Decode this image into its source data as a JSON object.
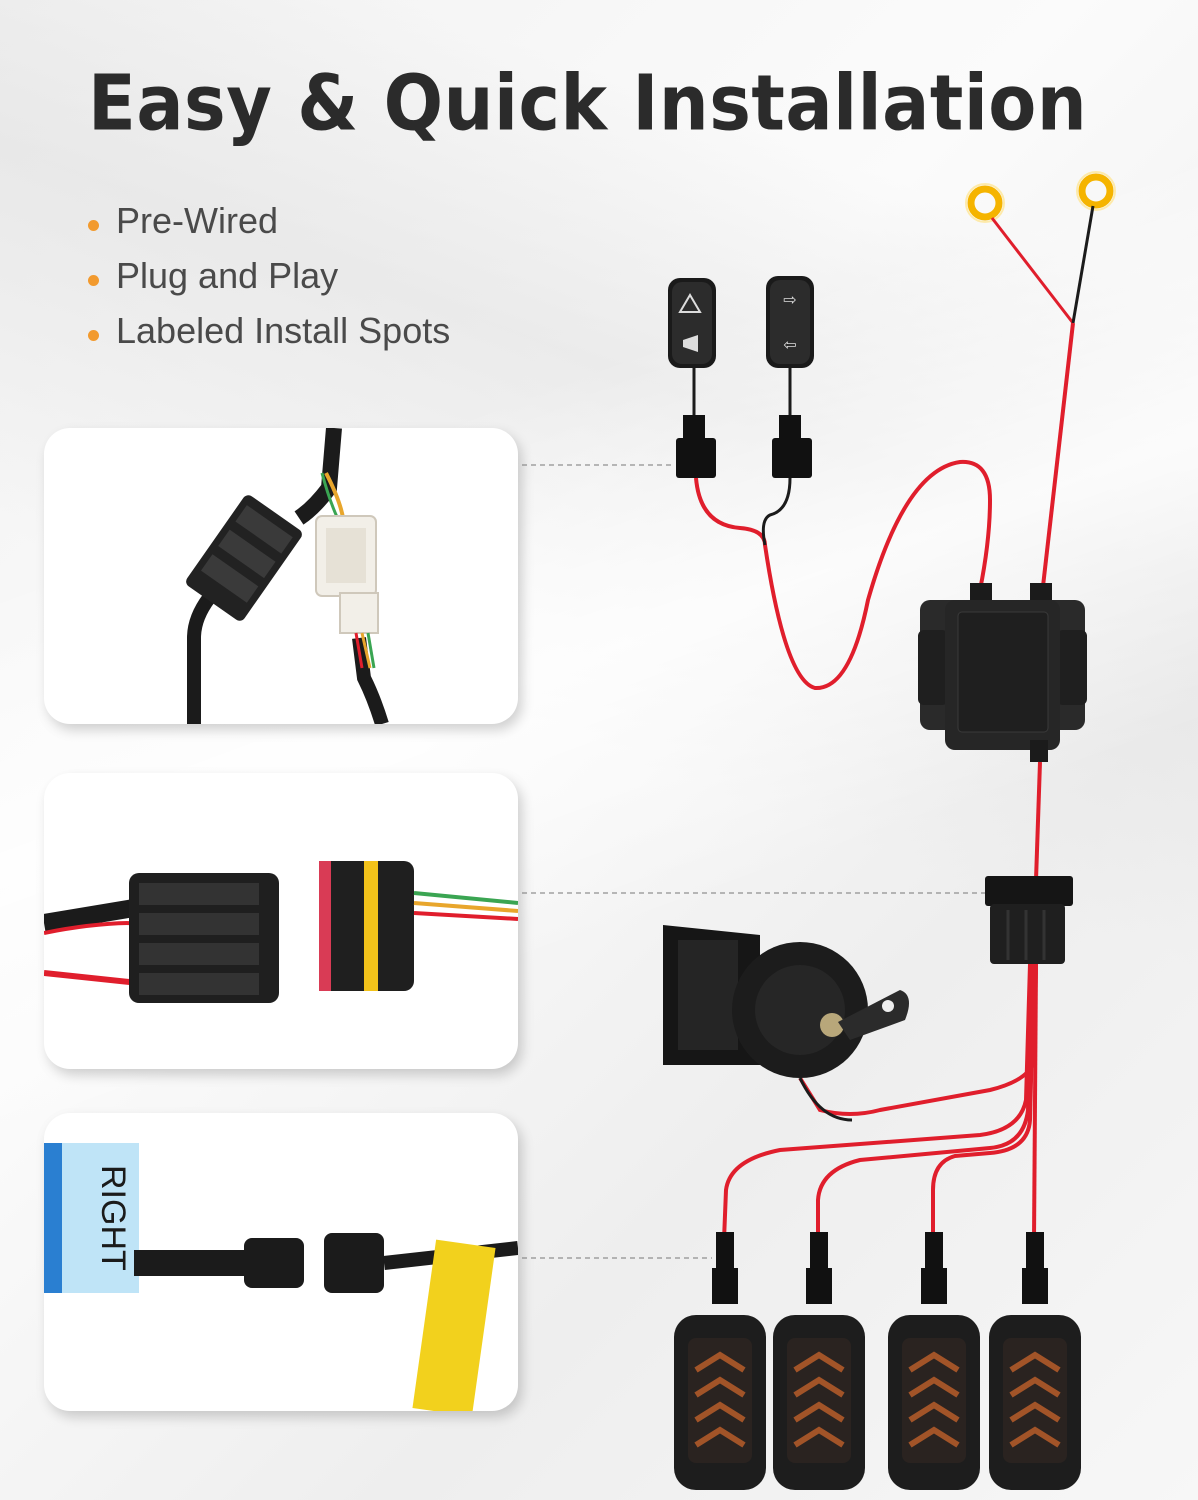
{
  "headline": "Easy & Quick Installation",
  "features": [
    {
      "label": "Pre-Wired"
    },
    {
      "label": "Plug and Play"
    },
    {
      "label": "Labeled Install Spots"
    }
  ],
  "panels": {
    "right_connector_tag": "RIGHT"
  },
  "colors": {
    "bullet": "#f29a2e",
    "wire_red": "#e01e2c",
    "connector_black": "#1b1b1b",
    "panel_bg": "#ffffff",
    "lamp_amber": "#c0602a"
  }
}
